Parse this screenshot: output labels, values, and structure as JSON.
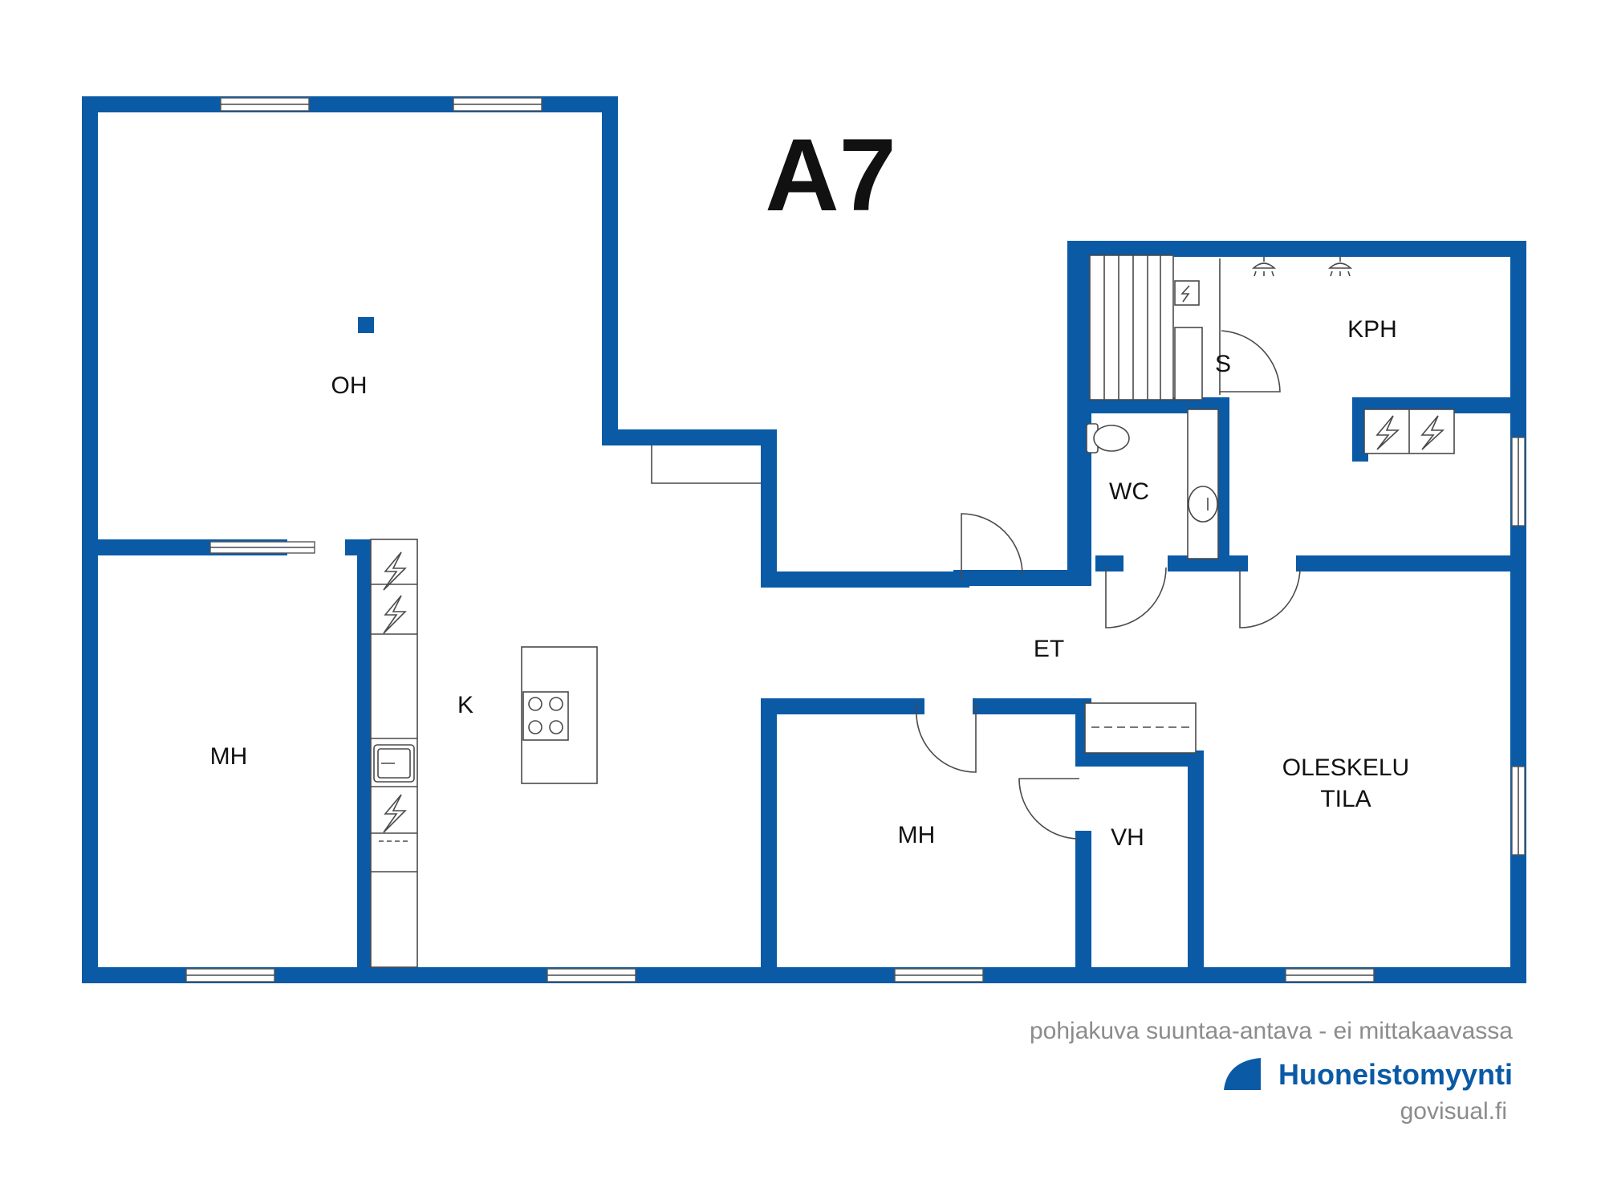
{
  "plan": {
    "title": "A7",
    "rooms": {
      "oh": "OH",
      "k": "K",
      "mh_left": "MH",
      "et": "ET",
      "mh_mid": "MH",
      "vh": "VH",
      "oleskelu_line1": "OLESKELU",
      "oleskelu_line2": "TILA",
      "wc": "WC",
      "kph": "KPH",
      "s": "S"
    }
  },
  "footer": {
    "note": "pohjakuva suuntaa-antava - ei mittakaavassa",
    "brand": "Huoneistomyynti",
    "site": "govisual.fi"
  },
  "colors": {
    "wall": "#0a5aa6",
    "note_text": "#8c8c8c",
    "brand": "#0a5aa6"
  },
  "icons": [
    "window-icon",
    "door-swing-icon",
    "toilet-icon",
    "sink-icon",
    "stove-icon",
    "shower-icon",
    "appliance-icon",
    "sauna-bench-icon"
  ]
}
